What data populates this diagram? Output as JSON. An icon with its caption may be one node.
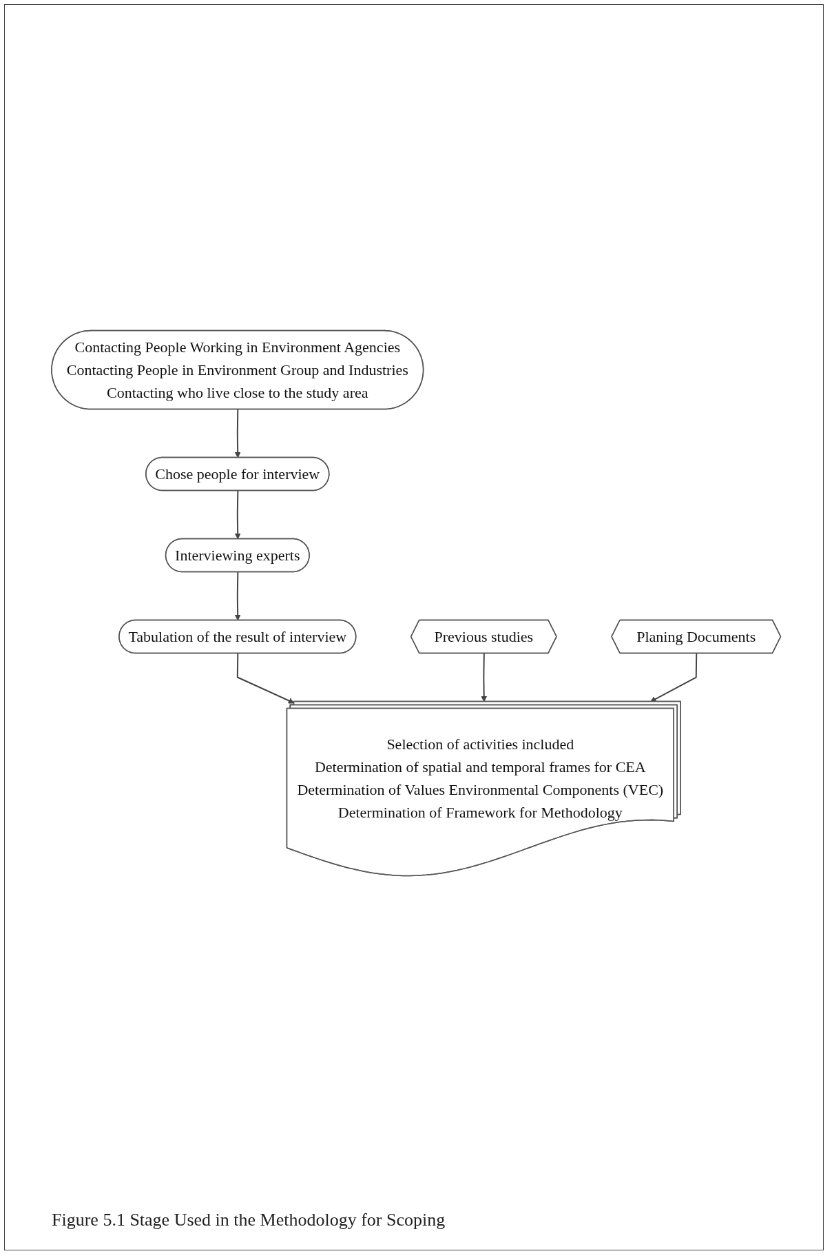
{
  "diagram": {
    "caption": "Figure 5.1 Stage Used in the Methodology for Scoping",
    "nodes": [
      {
        "text": [
          "Contacting People Working in Environment Agencies",
          "Contacting People in Environment Group and Industries",
          "Contacting who live close to the study area"
        ]
      },
      {
        "text": [
          "Chose people for interview"
        ]
      },
      {
        "text": [
          "Interviewing experts"
        ]
      },
      {
        "text": [
          "Tabulation of the result of interview"
        ]
      },
      {
        "text": [
          "Previous studies"
        ]
      },
      {
        "text": [
          "Planing Documents"
        ]
      },
      {
        "text": [
          "Selection of activities included",
          "Determination of spatial and temporal frames for CEA",
          "Determination of Values Environmental Components (VEC)",
          "Determination of Framework for Methodology"
        ]
      }
    ],
    "edges": [
      {
        "from": 0,
        "to": 1,
        "arrow": "to"
      },
      {
        "from": 1,
        "to": 2,
        "arrow": "to"
      },
      {
        "from": 2,
        "to": 3,
        "arrow": "to"
      },
      {
        "from": 3,
        "to": 6,
        "arrow": "to"
      },
      {
        "from": 4,
        "to": 6,
        "arrow": "to"
      },
      {
        "from": 5,
        "to": 6,
        "arrow": "to"
      }
    ]
  }
}
